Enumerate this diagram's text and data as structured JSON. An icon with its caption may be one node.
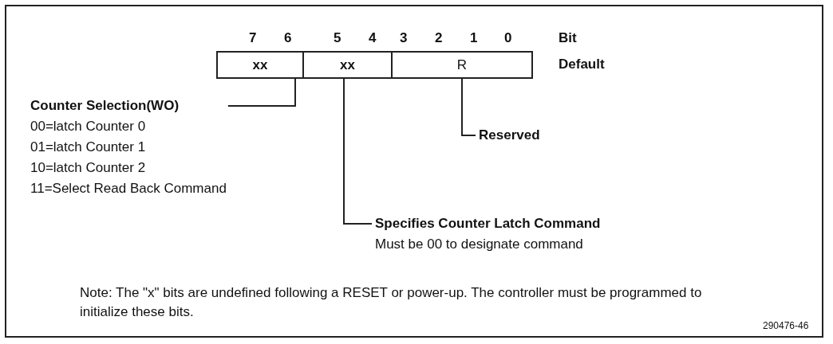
{
  "diagram": {
    "nodes": [
      {
        "text": [
          "xx"
        ]
      },
      {
        "text": [
          "xx"
        ]
      },
      {
        "text": [
          "R"
        ]
      },
      {
        "text": [
          "Counter Selection(WO)",
          "00=latch Counter 0",
          "01=latch Counter 1",
          "10=latch Counter 2",
          "11=Select Read Back Command"
        ]
      },
      {
        "text": [
          "Specifies Counter Latch Command",
          "Must be 00 to designate command"
        ]
      },
      {
        "text": [
          "Reserved"
        ]
      }
    ],
    "edges": [
      {
        "from": 3,
        "to": 0,
        "arrow": "none"
      },
      {
        "from": 4,
        "to": 1,
        "arrow": "none"
      },
      {
        "from": 5,
        "to": 2,
        "arrow": "none"
      }
    ],
    "labels": [
      "7",
      "6",
      "5",
      "4",
      "3",
      "2",
      "1",
      "0",
      "Bit",
      "Default",
      "Note: The \"x\" bits are undefined following a RESET or power-up. The controller must be programmed to initialize these bits.",
      "290476-46"
    ]
  }
}
